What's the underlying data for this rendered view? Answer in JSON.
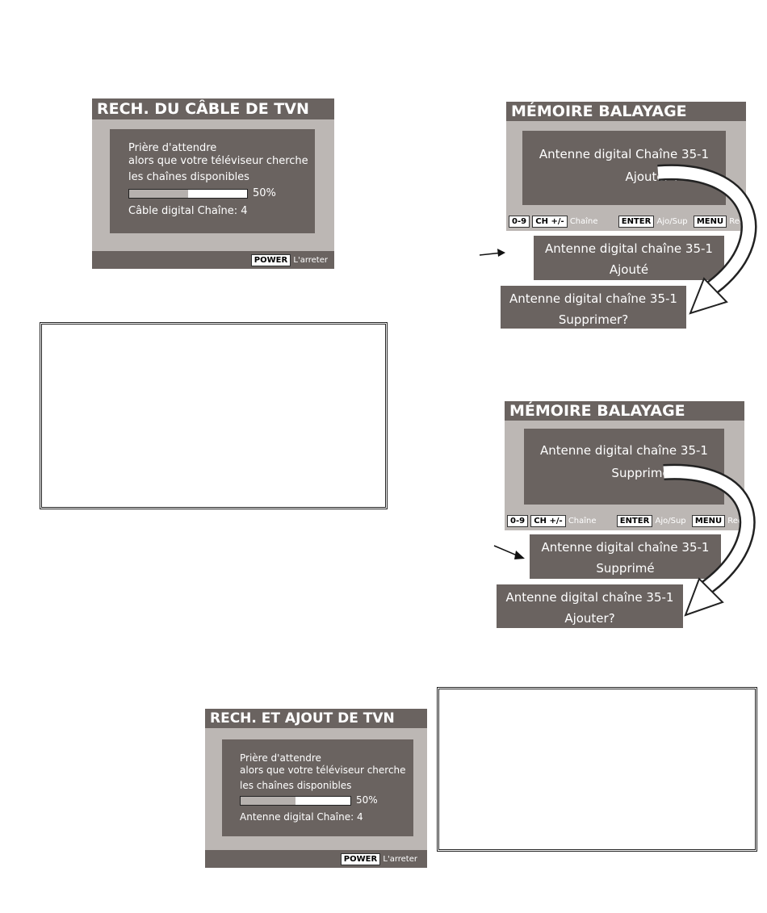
{
  "screen_cable": {
    "title": "RECH. DU CÂBLE DE TVN",
    "line1": "Prière d'attendre",
    "line2": "alors que votre téléviseur cherche",
    "line3": "les chaînes disponibles",
    "progress_label": "50%",
    "progress_value": 0.5,
    "status": "Câble digital Chaîne: 4",
    "power_key": "POWER",
    "power_action": "L'arreter"
  },
  "screen_antenna": {
    "title": "RECH. ET AJOUT DE TVN",
    "line1": "Prière d'attendre",
    "line2": "alors que votre téléviseur cherche",
    "line3": "les chaînes disponibles",
    "progress_label": "50%",
    "progress_value": 0.5,
    "status": "Antenne digital Chaîne: 4",
    "power_key": "POWER",
    "power_action": "L'arreter"
  },
  "memory_add": {
    "title": "MÉMOIRE BALAYAGE",
    "channel": "Antenne digital Chaîne 35-1",
    "question": "Ajouter ?",
    "footer": {
      "key1": "0-9",
      "key2": "CH +/-",
      "label2": "Chaîne",
      "key3": "ENTER",
      "label3": "Ajo/Sup",
      "key4": "MENU",
      "label4": "Reculer"
    },
    "result_channel": "Antenne digital chaîne 35-1",
    "result_text": "Ajouté",
    "next_channel": "Antenne digital chaîne 35-1",
    "next_text": "Supprimer?"
  },
  "memory_delete": {
    "title": "MÉMOIRE BALAYAGE",
    "channel": "Antenne digital chaîne 35-1",
    "question": "Supprimer ?",
    "footer": {
      "key1": "0-9",
      "key2": "CH +/-",
      "label2": "Chaîne",
      "key3": "ENTER",
      "label3": "Ajo/Sup",
      "key4": "MENU",
      "label4": "Reculer"
    },
    "result_channel": "Antenne digital chaîne 35-1",
    "result_text": "Supprimé",
    "next_channel": "Antenne digital chaîne 35-1",
    "next_text": "Ajouter?"
  }
}
